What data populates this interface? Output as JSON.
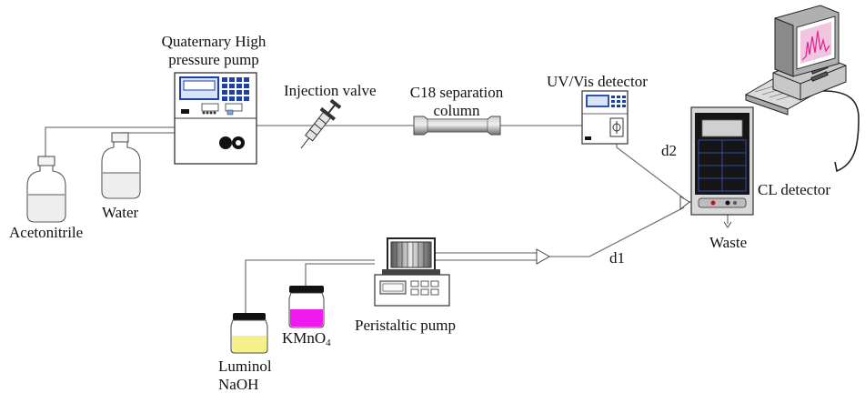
{
  "labels": {
    "pump_line1": "Quaternary High",
    "pump_line2": "pressure pump",
    "injection_valve": "Injection valve",
    "column_line1": "C18 separation",
    "column_line2": "column",
    "uv_detector": "UV/Vis detector",
    "cl_detector": "CL detector",
    "d1": "d1",
    "d2": "d2",
    "waste": "Waste",
    "acetonitrile": "Acetonitrile",
    "water": "Water",
    "peristaltic_pump": "Peristaltic pump",
    "kmno4_main": "KMnO",
    "kmno4_sub": "4",
    "luminol_line1": "Luminol",
    "luminol_line2": "NaOH"
  },
  "colors": {
    "line": "#7a7a7a",
    "device_outline": "#333333",
    "panel_blue": "#1f3fa8",
    "screen_blue": "#d7e3f7",
    "kmno4_liquid": "#ee1aee",
    "luminol_liquid": "#f4f08a",
    "cap_black": "#111111",
    "column_gray": "#8a8a8a",
    "cl_detector_dark": "#1a1a1a",
    "computer_gray": "#c8c8c8"
  },
  "icons": [
    "bottle-icon",
    "syringe-icon",
    "computer-icon",
    "column-icon",
    "pump-icon",
    "detector-icon"
  ]
}
